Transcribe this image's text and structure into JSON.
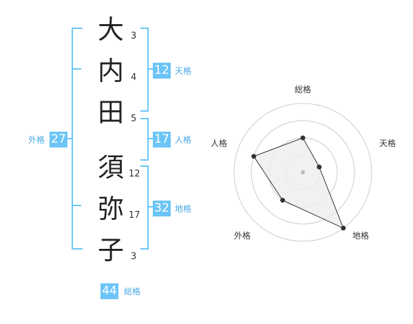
{
  "name": {
    "characters": [
      {
        "char": "大",
        "strokes": "3"
      },
      {
        "char": "内",
        "strokes": "4"
      },
      {
        "char": "田",
        "strokes": "5"
      },
      {
        "char": "須",
        "strokes": "12"
      },
      {
        "char": "弥",
        "strokes": "17"
      },
      {
        "char": "子",
        "strokes": "3"
      }
    ]
  },
  "fortunes": {
    "tenkaku": {
      "value": "12",
      "label": "天格"
    },
    "jinkaku": {
      "value": "17",
      "label": "人格"
    },
    "chikaku": {
      "value": "32",
      "label": "地格"
    },
    "gaikaku": {
      "value": "27",
      "label": "外格"
    },
    "soukaku": {
      "value": "44",
      "label": "総格"
    }
  },
  "chart_data": {
    "type": "radar",
    "axes": [
      "総格",
      "天格",
      "地格",
      "外格",
      "人格"
    ],
    "values": [
      2,
      1,
      4,
      2,
      3
    ],
    "range": [
      0,
      4
    ],
    "rings": 4,
    "colors": {
      "fill": "#eeeeee",
      "line": "#333333",
      "grid": "#cccccc",
      "center": "#bbbbbb"
    }
  },
  "colors": {
    "accent": "#6cc5f6"
  }
}
